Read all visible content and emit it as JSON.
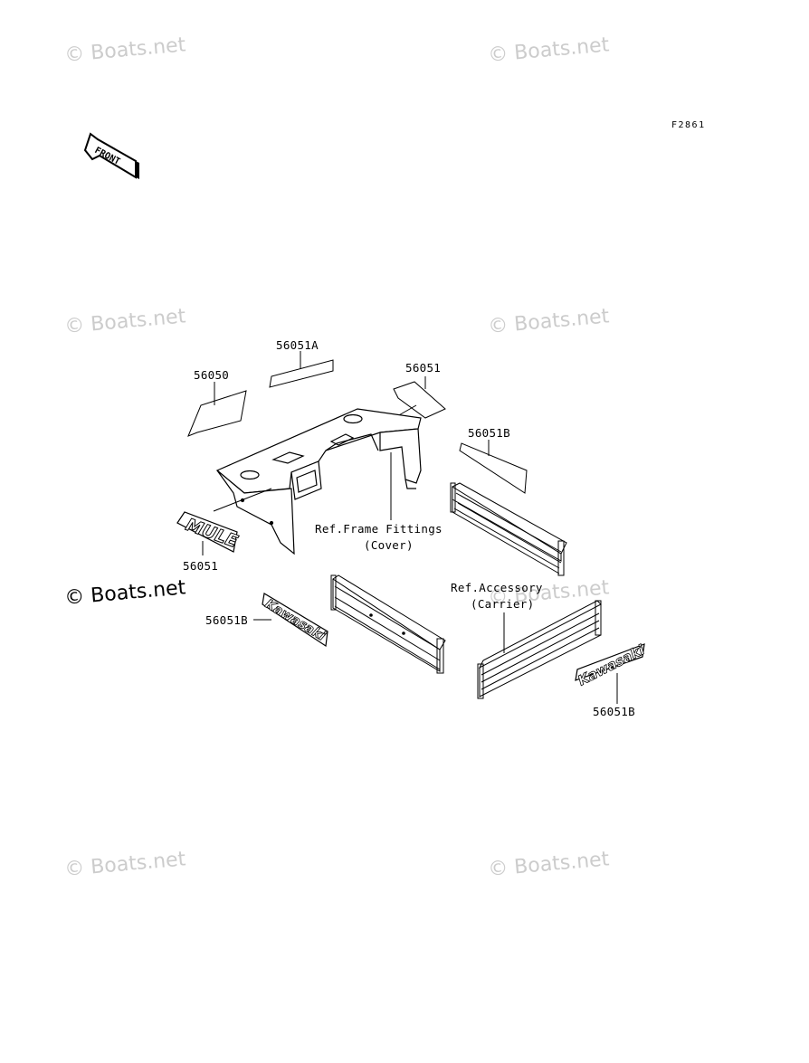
{
  "figure_code": "F2861",
  "front_arrow": {
    "label": "FRONT",
    "icon": "front-arrow-icon"
  },
  "watermarks": [
    "© Boats.net",
    "© Boats.net",
    "© Boats.net",
    "© Boats.net",
    "© Boats.net",
    "© Boats.net",
    "© Boats.net",
    "© Boats.net"
  ],
  "parts": {
    "p56050": "56050",
    "p56051A": "56051A",
    "p56051_top": "56051",
    "p56051B_right": "56051B",
    "p56051_mule": "56051",
    "p56051B_left": "56051B",
    "p56051B_bottom": "56051B"
  },
  "refs": {
    "frame_line1": "Ref.Frame Fittings",
    "frame_line2": "(Cover)",
    "accessory_line1": "Ref.Accessory",
    "accessory_line2": "(Carrier)"
  },
  "decal_text": {
    "mule": "MULE",
    "kawasaki_left": "Kawasaki",
    "kawasaki_right": "Kawasaki"
  }
}
